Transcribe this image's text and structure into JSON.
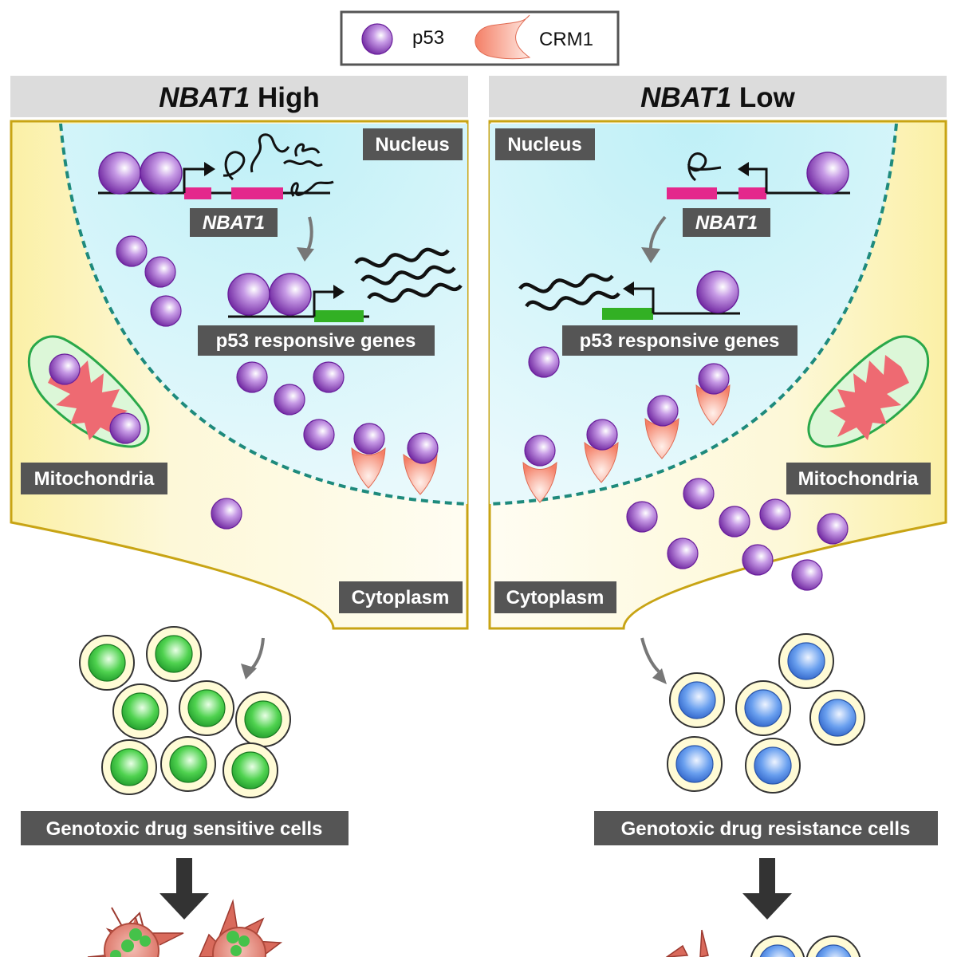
{
  "legend": {
    "p53_label": "p53",
    "crm1_label": "CRM1"
  },
  "panels": {
    "high": {
      "title_gene": "NBAT1",
      "title_suffix": " High",
      "nucleus_label": "Nucleus",
      "gene_label": "NBAT1",
      "responsive_genes_label": "p53 responsive genes",
      "mitochondria_label": "Mitochondria",
      "cytoplasm_label": "Cytoplasm",
      "outcome_label": "Genotoxic drug sensitive cells"
    },
    "low": {
      "title_gene": "NBAT1",
      "title_suffix": " Low",
      "nucleus_label": "Nucleus",
      "gene_label": "NBAT1",
      "responsive_genes_label": "p53 responsive genes",
      "mitochondria_label": "Mitochondria",
      "cytoplasm_label": "Cytoplasm",
      "outcome_label": "Genotoxic drug resistance cells"
    }
  },
  "colors": {
    "p53": "#8e3fc0",
    "crm1": "#f6a08c",
    "nbat1_exon": "#e4288c",
    "responsive_gene": "#32b024",
    "nucleus_fill": "#def6fb",
    "nucleus_border": "#1e8a7c",
    "cytoplasm_fill": "#fdf9de",
    "cell_border": "#c8a414",
    "label_bg": "#555555",
    "header_bg": "#dcdcdc",
    "sensitive_cell": "#2fbf3a",
    "resistant_cell": "#4a86e0"
  }
}
